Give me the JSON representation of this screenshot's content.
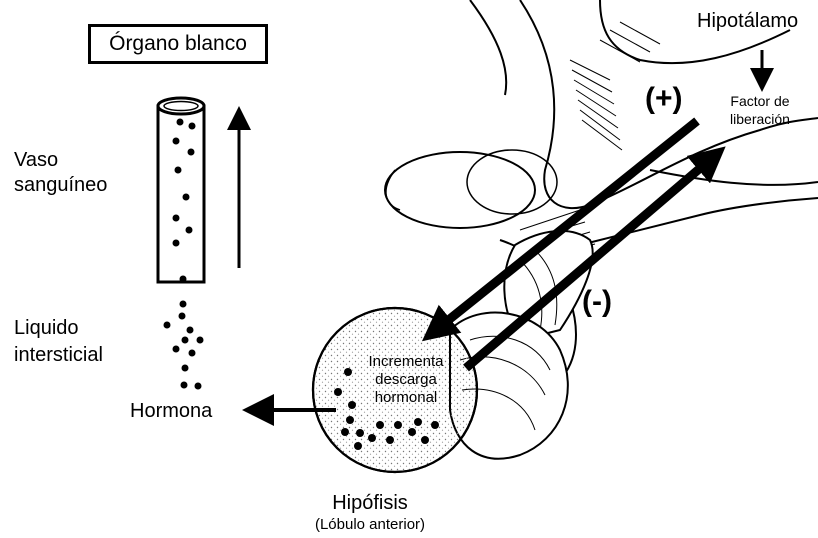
{
  "labels": {
    "target_organ": "Órgano blanco",
    "blood_vessel": [
      "Vaso",
      "sanguíneo"
    ],
    "interstitial_fluid": [
      "Liquido",
      "intersticial"
    ],
    "hormone": "Hormona",
    "hypothalamus": "Hipotálamo",
    "releasing_factor": [
      "Factor de",
      "liberación"
    ],
    "positive": "(+)",
    "negative": "(-)",
    "increases_release": [
      "Incrementa",
      "descarga",
      "hormonal"
    ],
    "pituitary": "Hipófisis",
    "pituitary_sub": "(Lóbulo anterior)"
  },
  "colors": {
    "ink": "#000000",
    "background": "#ffffff",
    "gland_fill": "#f2f2f2"
  }
}
